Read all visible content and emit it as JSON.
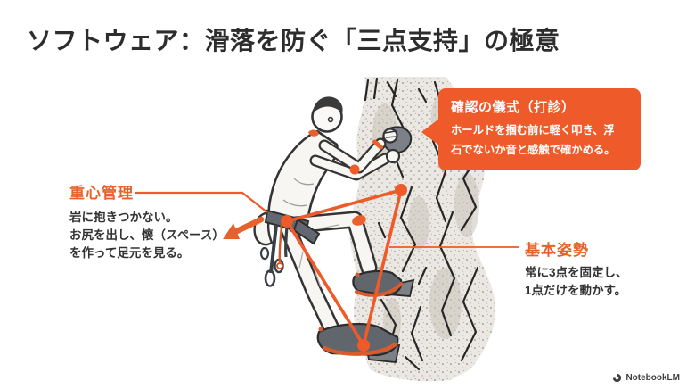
{
  "title": "ソフトウェア：滑落を防ぐ「三点支持」の極意",
  "callout": {
    "title": "確認の儀式（打診）",
    "body_line1": "ホールドを掴む前に軽く叩き、浮",
    "body_line2": "石でないか音と感触で確かめる。"
  },
  "labels": {
    "center_of_gravity": {
      "title": "重心管理",
      "line1": "岩に抱きつかない。",
      "line2": "お尻を出し、懐（スペース）",
      "line3": "を作って足元を見る。"
    },
    "basic_posture": {
      "title": "基本姿勢",
      "line1": "常に3点を固定し、",
      "line2": "1点だけを動かす。"
    }
  },
  "footer": {
    "brand": "NotebookLM"
  },
  "colors": {
    "accent": "#ee5a29",
    "ink": "#2d2d2d",
    "rock": "#ebe8e3"
  }
}
